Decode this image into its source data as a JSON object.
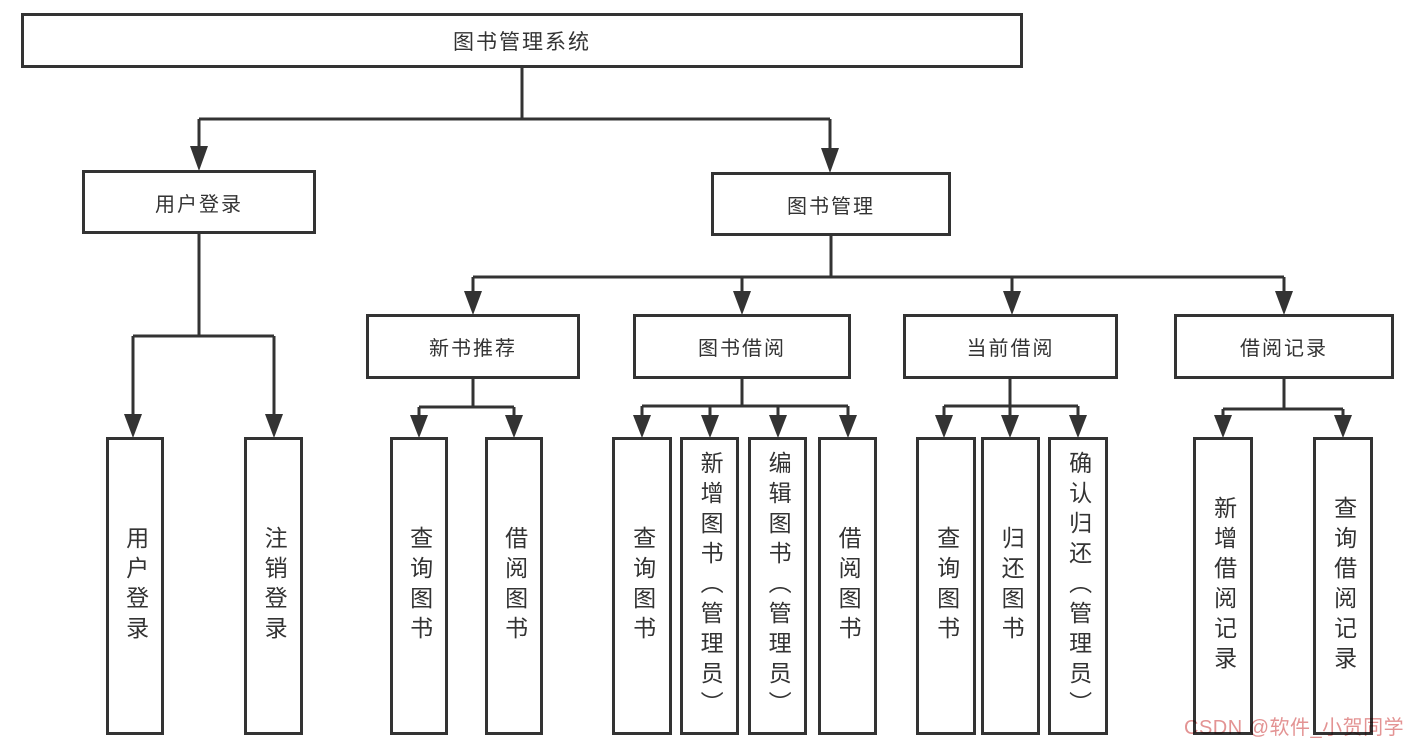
{
  "root": {
    "label": "图书管理系统"
  },
  "branches": {
    "user_login": {
      "label": "用户登录",
      "children": [
        {
          "label": "用户登录"
        },
        {
          "label": "注销登录"
        }
      ]
    },
    "book_mgmt": {
      "label": "图书管理",
      "sections": [
        {
          "label": "新书推荐",
          "children": [
            {
              "label": "查询图书"
            },
            {
              "label": "借阅图书"
            }
          ]
        },
        {
          "label": "图书借阅",
          "children": [
            {
              "label": "查询图书"
            },
            {
              "label": "新增图书（管理员）"
            },
            {
              "label": "编辑图书（管理员）"
            },
            {
              "label": "借阅图书"
            }
          ]
        },
        {
          "label": "当前借阅",
          "children": [
            {
              "label": "查询图书"
            },
            {
              "label": "归还图书"
            },
            {
              "label": "确认归还（管理员）"
            }
          ]
        },
        {
          "label": "借阅记录",
          "children": [
            {
              "label": "新增借阅记录"
            },
            {
              "label": "查询借阅记录"
            }
          ]
        }
      ]
    }
  },
  "watermark": {
    "text": "CSDN @软件_小贺同学",
    "color": "#de8080"
  },
  "colors": {
    "line": "#333333",
    "text": "#333333",
    "box_bg": "#ffffff"
  }
}
